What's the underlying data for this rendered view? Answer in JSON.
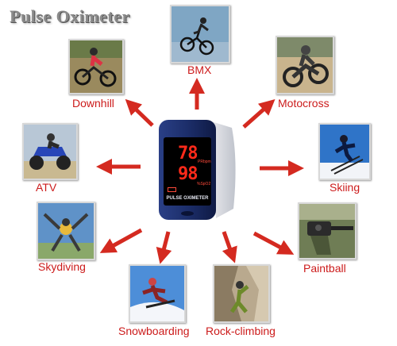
{
  "title": "Pulse Oximeter",
  "device": {
    "spo2_reading": "78",
    "pulse_reading": "98",
    "label_pr": "PRbpm",
    "label_spo2": "%SpO2",
    "brand_label": "PULSE OXIMETER"
  },
  "activities": [
    {
      "label": "BMX"
    },
    {
      "label": "Motocross"
    },
    {
      "label": "Skiing"
    },
    {
      "label": "Paintball"
    },
    {
      "label": "Rock-climbing"
    },
    {
      "label": "Snowboarding"
    },
    {
      "label": "Skydiving"
    },
    {
      "label": "ATV"
    },
    {
      "label": "Downhill"
    }
  ],
  "colors": {
    "label": "#cc1b1b",
    "arrow": "#d42a20",
    "device_blue": "#1c2e6a"
  }
}
